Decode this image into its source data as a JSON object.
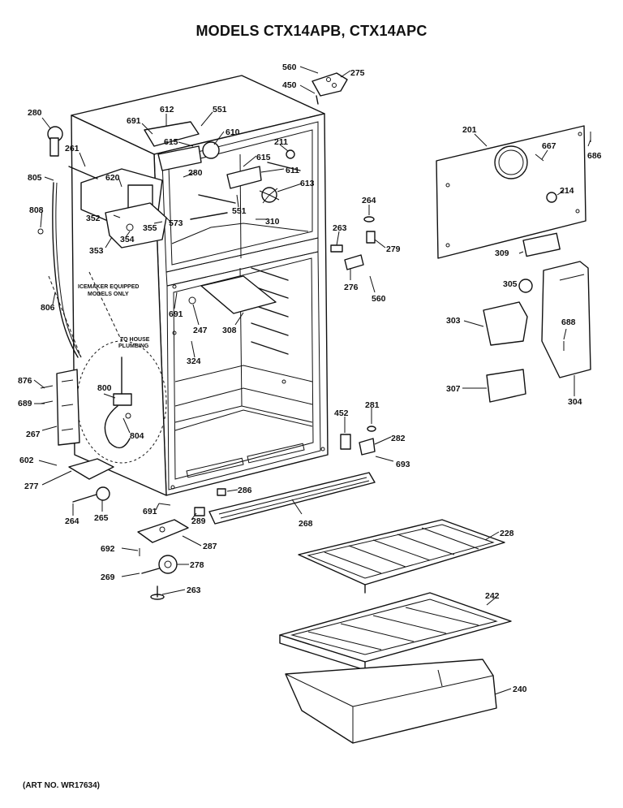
{
  "title": "MODELS CTX14APB, CTX14APC",
  "art_no": "(ART NO. WR17634)",
  "notes": {
    "icemaker": [
      "ICEMAKER EQUIPPED",
      "MODELS ONLY"
    ],
    "plumbing": [
      "TO HOUSE",
      "PLUMBING"
    ]
  },
  "parts": [
    {
      "id": "560a",
      "label": "560"
    },
    {
      "id": "275",
      "label": "275"
    },
    {
      "id": "450",
      "label": "450"
    },
    {
      "id": "280a",
      "label": "280"
    },
    {
      "id": "612",
      "label": "612"
    },
    {
      "id": "551a",
      "label": "551"
    },
    {
      "id": "691a",
      "label": "691"
    },
    {
      "id": "610",
      "label": "610"
    },
    {
      "id": "615a",
      "label": "615"
    },
    {
      "id": "261",
      "label": "261"
    },
    {
      "id": "211",
      "label": "211"
    },
    {
      "id": "615b",
      "label": "615"
    },
    {
      "id": "611",
      "label": "611"
    },
    {
      "id": "280b",
      "label": "280"
    },
    {
      "id": "805",
      "label": "805"
    },
    {
      "id": "620",
      "label": "620"
    },
    {
      "id": "613",
      "label": "613"
    },
    {
      "id": "808",
      "label": "808"
    },
    {
      "id": "352",
      "label": "352"
    },
    {
      "id": "355",
      "label": "355"
    },
    {
      "id": "573",
      "label": "573"
    },
    {
      "id": "551b",
      "label": "551"
    },
    {
      "id": "310",
      "label": "310"
    },
    {
      "id": "353",
      "label": "353"
    },
    {
      "id": "354",
      "label": "354"
    },
    {
      "id": "201",
      "label": "201"
    },
    {
      "id": "667",
      "label": "667"
    },
    {
      "id": "686",
      "label": "686"
    },
    {
      "id": "214",
      "label": "214"
    },
    {
      "id": "264a",
      "label": "264"
    },
    {
      "id": "263a",
      "label": "263"
    },
    {
      "id": "279",
      "label": "279"
    },
    {
      "id": "309",
      "label": "309"
    },
    {
      "id": "276",
      "label": "276"
    },
    {
      "id": "560b",
      "label": "560"
    },
    {
      "id": "305",
      "label": "305"
    },
    {
      "id": "806",
      "label": "806"
    },
    {
      "id": "691b",
      "label": "691"
    },
    {
      "id": "247",
      "label": "247"
    },
    {
      "id": "308",
      "label": "308"
    },
    {
      "id": "303",
      "label": "303"
    },
    {
      "id": "688",
      "label": "688"
    },
    {
      "id": "324",
      "label": "324"
    },
    {
      "id": "876",
      "label": "876"
    },
    {
      "id": "800",
      "label": "800"
    },
    {
      "id": "307",
      "label": "307"
    },
    {
      "id": "304",
      "label": "304"
    },
    {
      "id": "689",
      "label": "689"
    },
    {
      "id": "281",
      "label": "281"
    },
    {
      "id": "452",
      "label": "452"
    },
    {
      "id": "267",
      "label": "267"
    },
    {
      "id": "804",
      "label": "804"
    },
    {
      "id": "282",
      "label": "282"
    },
    {
      "id": "602",
      "label": "602"
    },
    {
      "id": "693",
      "label": "693"
    },
    {
      "id": "277",
      "label": "277"
    },
    {
      "id": "286",
      "label": "286"
    },
    {
      "id": "691c",
      "label": "691"
    },
    {
      "id": "264b",
      "label": "264"
    },
    {
      "id": "265",
      "label": "265"
    },
    {
      "id": "289",
      "label": "289"
    },
    {
      "id": "268",
      "label": "268"
    },
    {
      "id": "228",
      "label": "228"
    },
    {
      "id": "692",
      "label": "692"
    },
    {
      "id": "287",
      "label": "287"
    },
    {
      "id": "278",
      "label": "278"
    },
    {
      "id": "269",
      "label": "269"
    },
    {
      "id": "263b",
      "label": "263"
    },
    {
      "id": "242",
      "label": "242"
    },
    {
      "id": "240",
      "label": "240"
    }
  ]
}
